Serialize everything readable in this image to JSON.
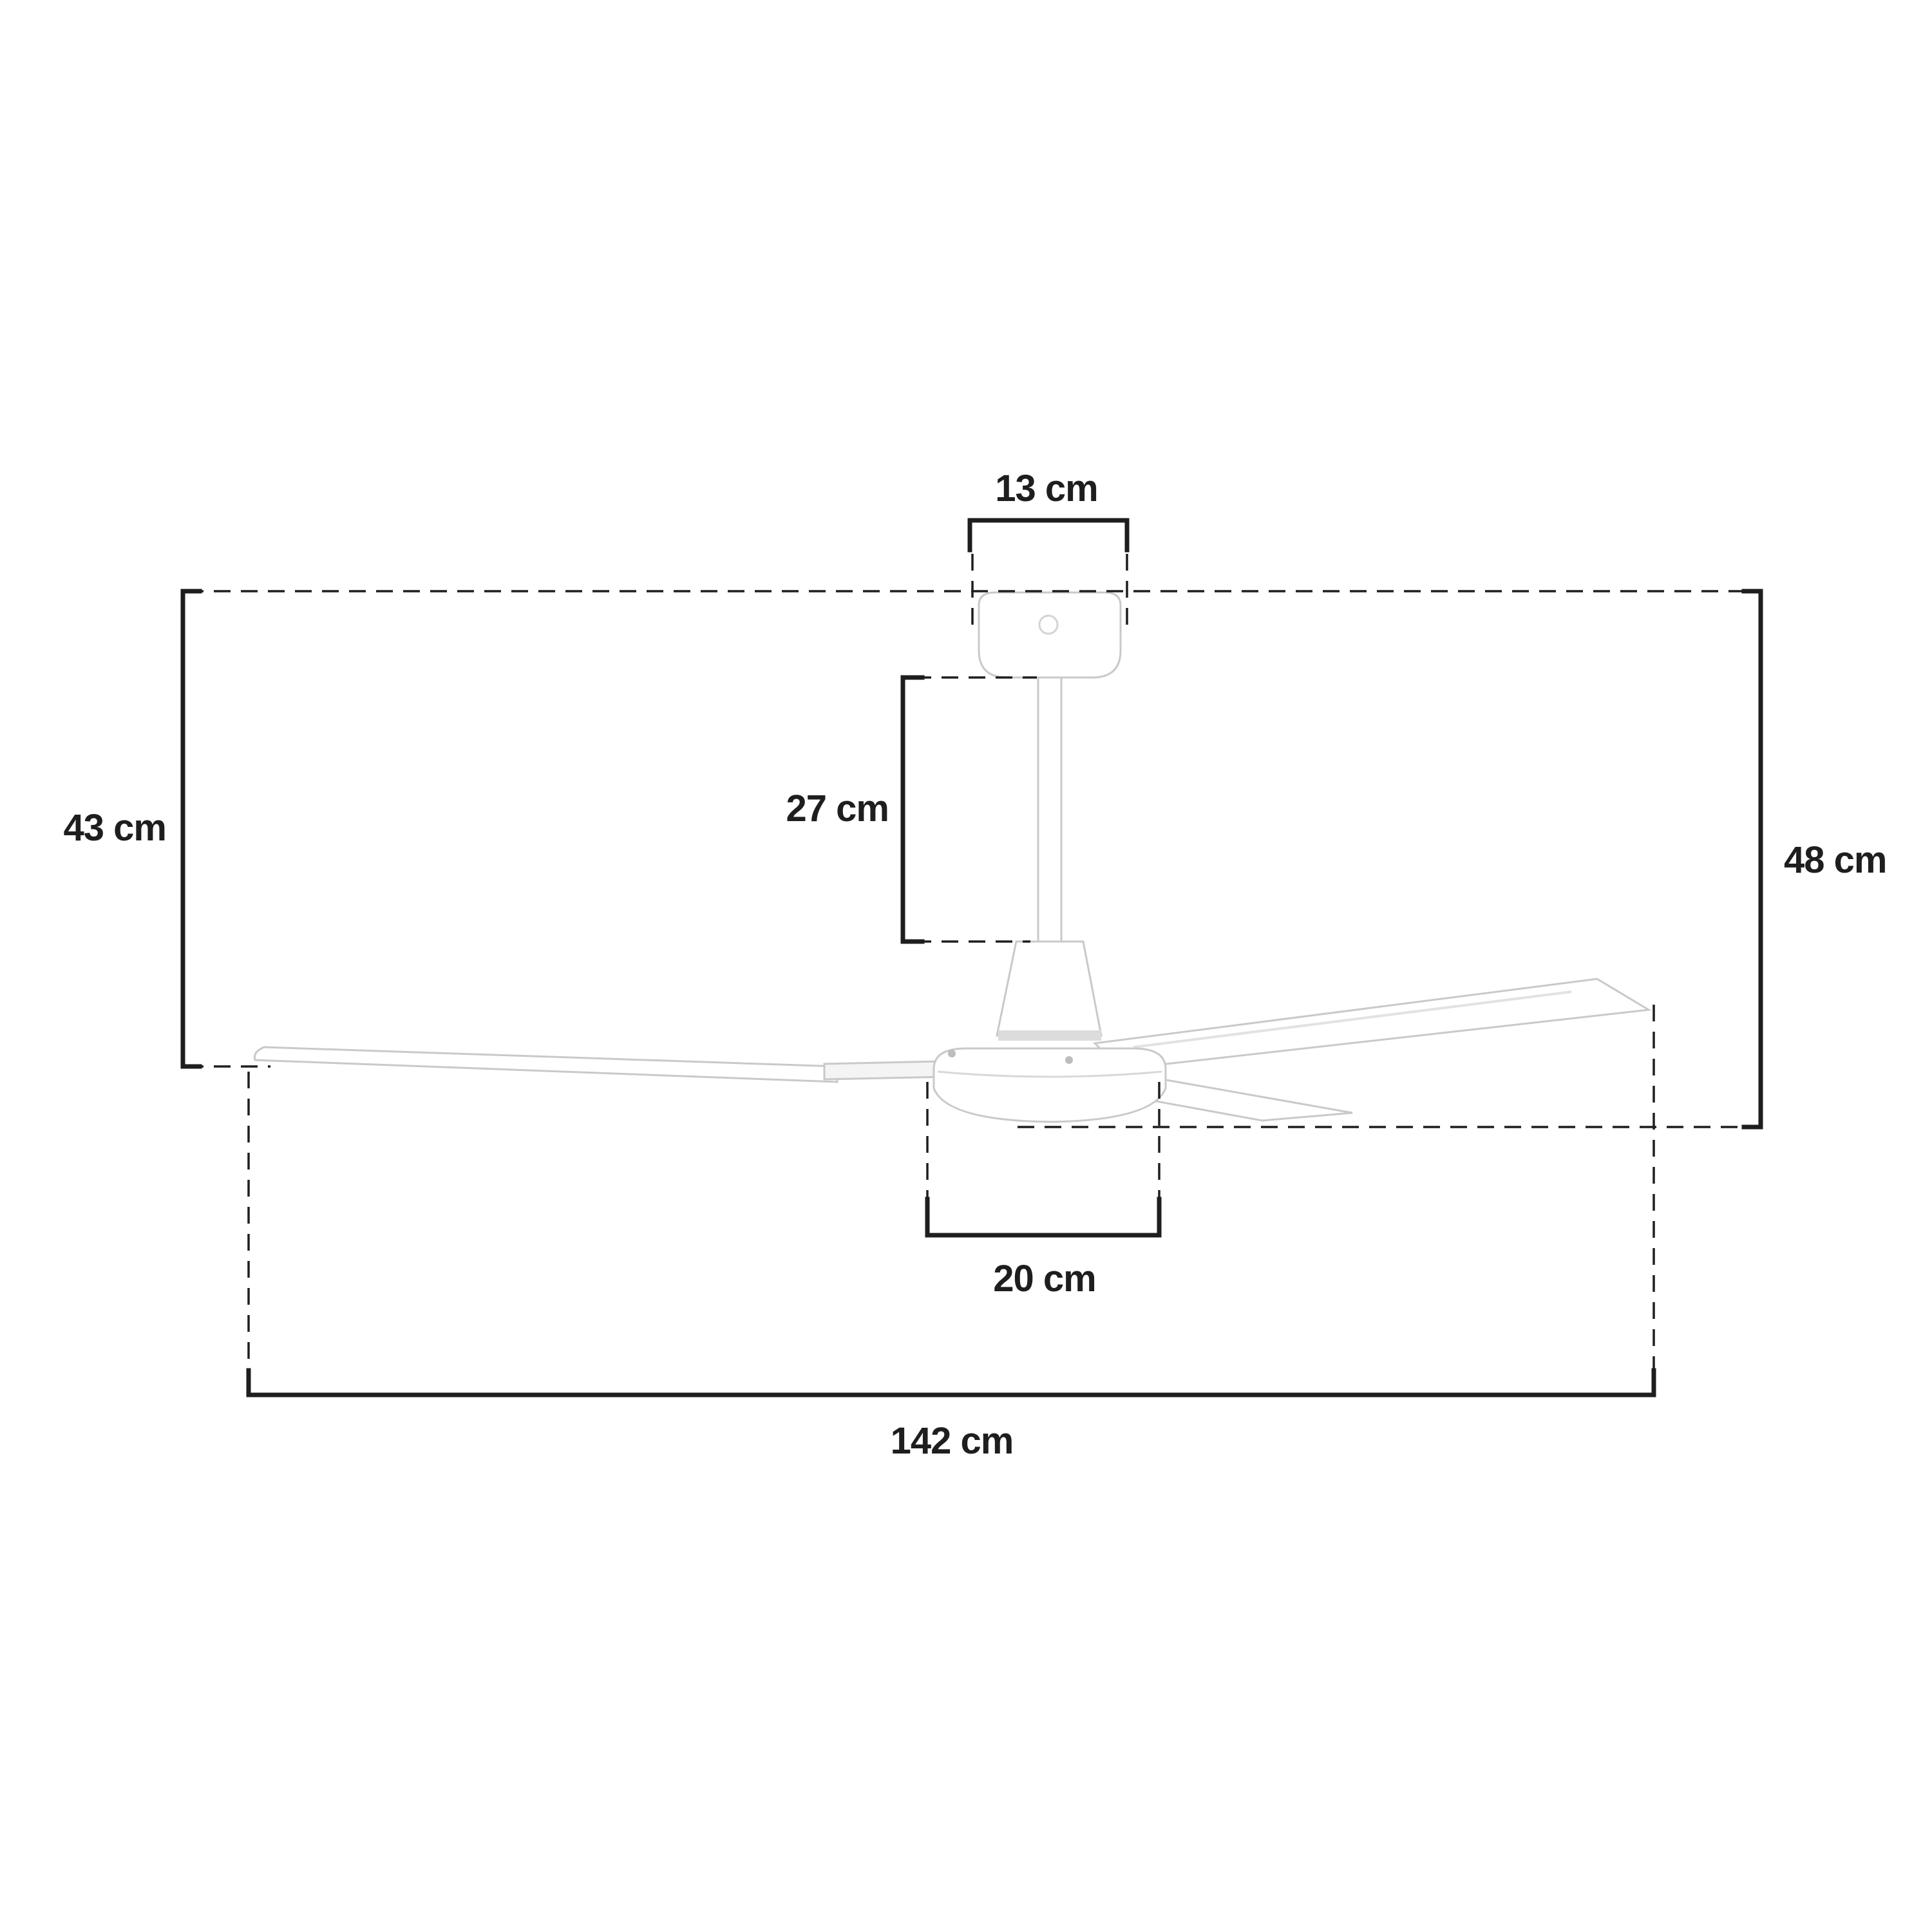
{
  "dimensions": {
    "canopy_width": "13 cm",
    "downrod_length": "27 cm",
    "height_to_blade": "43 cm",
    "total_height": "48 cm",
    "motor_width": "20 cm",
    "blade_span": "142 cm"
  },
  "colors": {
    "line": "#1e1e1e",
    "fan_body": "#ffffff",
    "fan_outline": "#c9c9c9",
    "background": "#ffffff"
  }
}
